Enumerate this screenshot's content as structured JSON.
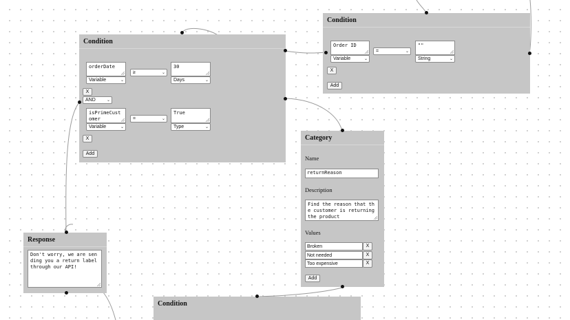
{
  "condition1": {
    "title": "Condition",
    "field": "Order ID",
    "field_type": "Variable",
    "operator": "=",
    "value": "\"\"",
    "value_type": "String",
    "remove_label": "X",
    "add_label": "Add"
  },
  "condition2": {
    "title": "Condition",
    "rule1": {
      "field": "orderDate",
      "field_type": "Variable",
      "operator": "≥",
      "value": "30",
      "value_type": "Days"
    },
    "rule1_remove": "X",
    "join": "AND",
    "rule2": {
      "field": "isPrimeCustomer",
      "field_type": "Variable",
      "operator": "=",
      "value": "True",
      "value_type": "Type"
    },
    "rule2_remove": "X",
    "add_label": "Add"
  },
  "category": {
    "title": "Category",
    "name_label": "Name",
    "name_value": "returnReason",
    "description_label": "Description",
    "description_value": "Find the reason that the customer is returning the product",
    "values_label": "Values",
    "values": [
      "Broken",
      "Not needed",
      "Too expensive"
    ],
    "remove_label": "X",
    "add_label": "Add"
  },
  "response": {
    "title": "Response",
    "text": "Don't worry, we are sending you a return label through our API!"
  },
  "condition3": {
    "title": "Condition"
  }
}
